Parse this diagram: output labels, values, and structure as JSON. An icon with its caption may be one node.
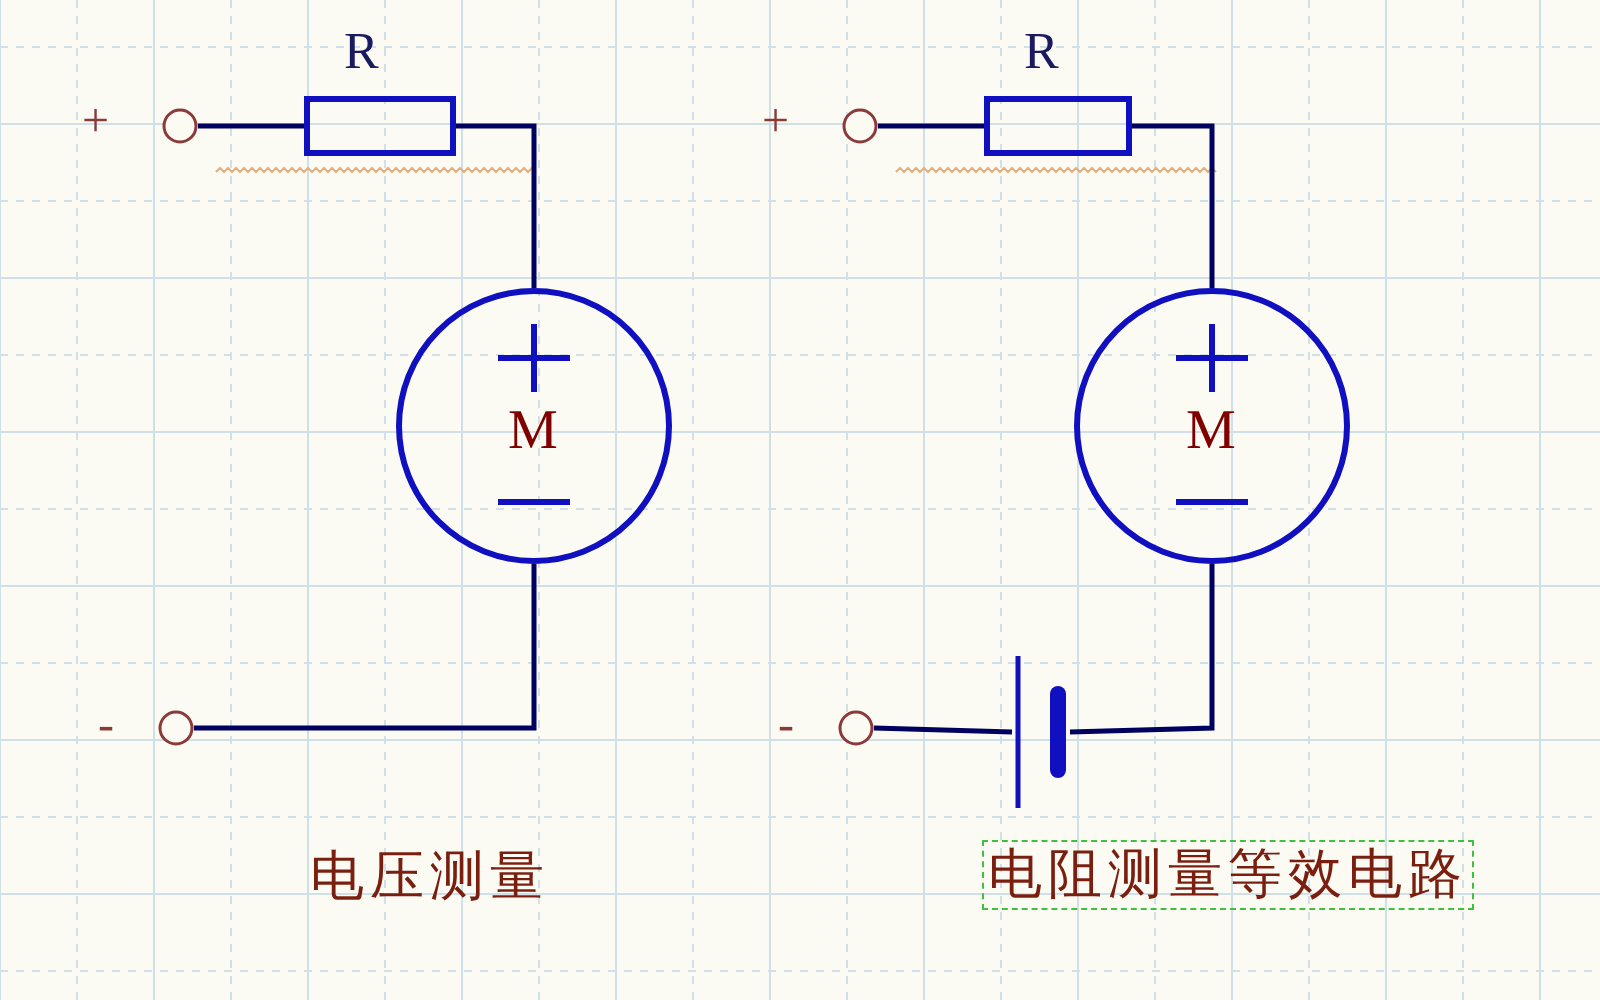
{
  "diagram": {
    "nodes": [
      {
        "text": [],
        "shape": "circle",
        "beside": [
          "+"
        ]
      },
      {
        "text": [],
        "shape": "box",
        "beside": [
          "R"
        ]
      },
      {
        "text": [
          "M"
        ]
      },
      {
        "text": [],
        "shape": "circle",
        "beside": [
          "-"
        ]
      },
      {
        "text": [],
        "shape": "circle",
        "beside": [
          "+"
        ]
      },
      {
        "text": [],
        "shape": "box",
        "beside": [
          "R"
        ]
      },
      {
        "text": [
          "M"
        ]
      },
      {
        "text": [],
        "shape": "battery"
      },
      {
        "text": [],
        "shape": "circle",
        "beside": [
          "-"
        ]
      }
    ],
    "edges": [
      {
        "from": 0,
        "to": 1,
        "arrow": "none"
      },
      {
        "from": 1,
        "to": 2,
        "arrow": "none"
      },
      {
        "from": 2,
        "to": 3,
        "arrow": "none"
      },
      {
        "from": 4,
        "to": 5,
        "arrow": "none"
      },
      {
        "from": 5,
        "to": 6,
        "arrow": "none"
      },
      {
        "from": 6,
        "to": 7,
        "arrow": "none"
      },
      {
        "from": 7,
        "to": 8,
        "arrow": "none"
      }
    ],
    "labels": [
      "电压测量",
      "电阻测量等效电路"
    ]
  }
}
